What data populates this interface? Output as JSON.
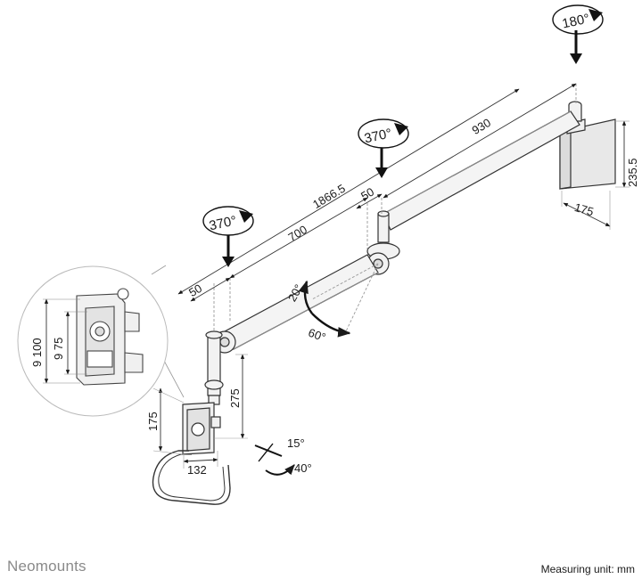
{
  "footer": {
    "brand": "Neomounts",
    "measuring_unit": "Measuring unit: mm"
  },
  "dimensions": {
    "total_length": "1866.5",
    "upper_arm": "930",
    "lower_arm": "700",
    "offset_upper": "50",
    "offset_lower": "50",
    "wall_plate_height": "235.5",
    "wall_plate_depth": "175",
    "drop_height": "275",
    "plate_height": "175",
    "plate_width": "132",
    "vesa_outer": "100",
    "vesa_inner": "75",
    "vesa_outer_prefix": "9",
    "vesa_inner_prefix": "9"
  },
  "rotations": {
    "wall": "180°",
    "upper_joint": "370°",
    "lower_joint": "370°",
    "tilt_up": "20°",
    "tilt_down": "60°",
    "head_tilt": "15°",
    "head_swivel": "40°"
  }
}
